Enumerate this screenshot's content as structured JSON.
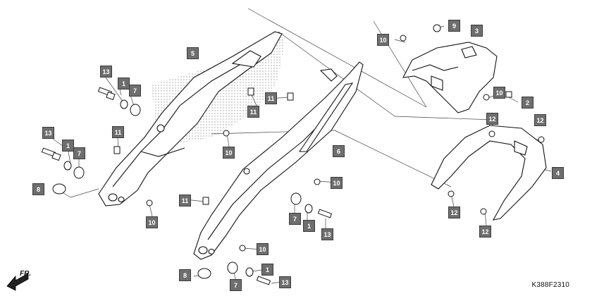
{
  "drawing_code": "K388F2310",
  "front_marker": "FR.",
  "callouts": [
    {
      "n": "1"
    },
    {
      "n": "1"
    },
    {
      "n": "1"
    },
    {
      "n": "1"
    },
    {
      "n": "2"
    },
    {
      "n": "3"
    },
    {
      "n": "4"
    },
    {
      "n": "5"
    },
    {
      "n": "6"
    },
    {
      "n": "7"
    },
    {
      "n": "7"
    },
    {
      "n": "7"
    },
    {
      "n": "7"
    },
    {
      "n": "8"
    },
    {
      "n": "8"
    },
    {
      "n": "9"
    },
    {
      "n": "10"
    },
    {
      "n": "10"
    },
    {
      "n": "10"
    },
    {
      "n": "10"
    },
    {
      "n": "10"
    },
    {
      "n": "10"
    },
    {
      "n": "11"
    },
    {
      "n": "11"
    },
    {
      "n": "11"
    },
    {
      "n": "11"
    },
    {
      "n": "12"
    },
    {
      "n": "12"
    },
    {
      "n": "12"
    },
    {
      "n": "12"
    },
    {
      "n": "13"
    },
    {
      "n": "13"
    },
    {
      "n": "13"
    },
    {
      "n": "13"
    }
  ]
}
